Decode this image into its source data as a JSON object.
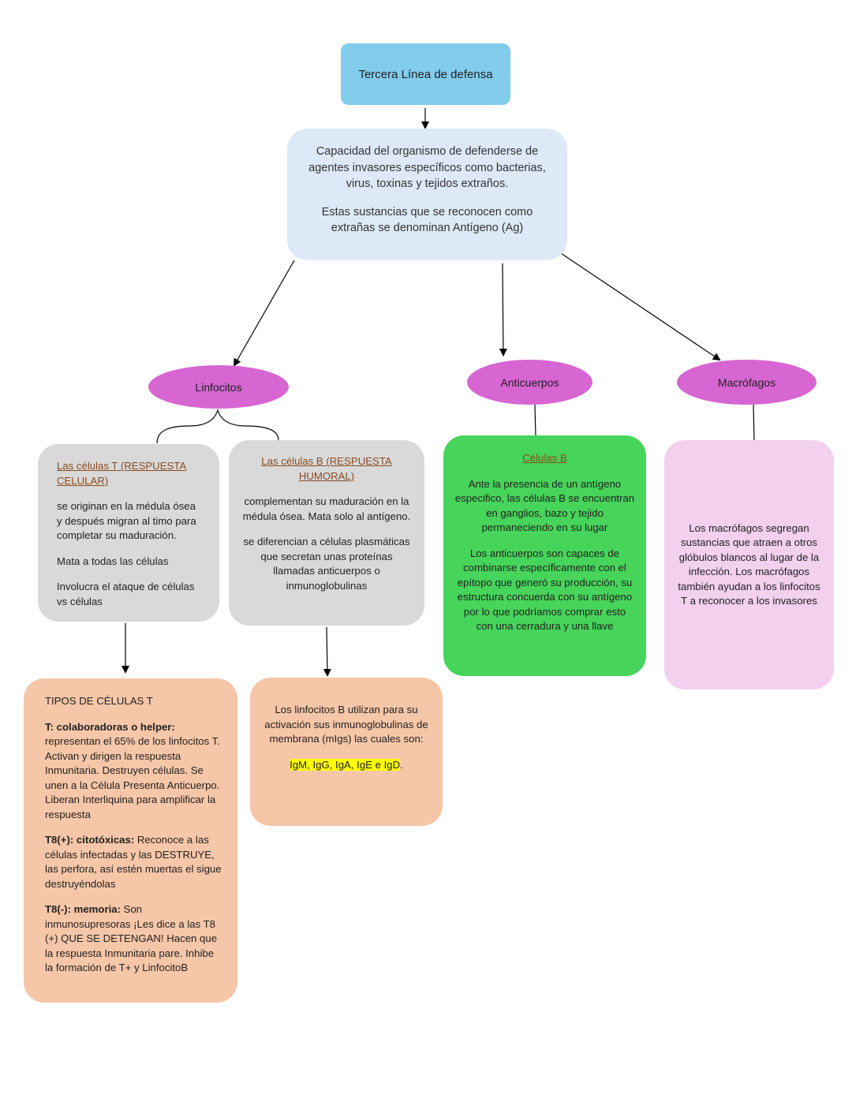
{
  "title": "Tercera Línea de defensa",
  "definition": {
    "p1": "Capacidad del organismo de defenderse de agentes invasores específicos como bacterias, virus, toxinas y tejidos extraños.",
    "p2": "Estas sustancias que se reconocen como extrañas se denominan Antígeno (Ag)"
  },
  "nodes": {
    "linfocitos": "Linfocitos",
    "anticuerpos": "Anticuerpos",
    "macrofagos": "Macrófagos"
  },
  "cells_t": {
    "heading": "Las células T (RESPUESTA CELULAR)",
    "p1": "se originan en la médula ósea y después migran al timo para completar su maduración.",
    "p2": "Mata a todas las células",
    "p3": "Involucra el ataque de células vs células"
  },
  "cells_b": {
    "heading": "Las células B (RESPUESTA HUMORAL)",
    "p1": "complementan su maduración en la médula ósea. Mata solo al antígeno.",
    "p2": "se diferencian a células plasmáticas que secretan unas proteínas llamadas anticuerpos o inmunoglobulinas"
  },
  "celulas_b": {
    "heading": "Células B",
    "p1": "Ante la presencia de un antígeno especifico, las células B se encuentran en ganglios, bazo y tejido permaneciendo en su lugar",
    "p2": "Los anticuerpos son capaces de combinarse específicamente con el epítopo que generó su producción, su estructura concuerda con su antígeno por lo que podríamos comprar esto con una cerradura y una llave"
  },
  "macrofagos_box": {
    "text": "Los macrófagos segregan sustancias que atraen a otros glóbulos blancos al lugar de la infección. Los macrófagos también ayudan a los linfocitos T a reconocer a los invasores"
  },
  "tipos_t": {
    "heading": "TIPOS DE CÉLULAS T",
    "helper_label": "T: colaboradoras o helper:",
    "helper_text": " representan el 65% de los linfocitos T. Activan y dirigen la respuesta Inmunitaria. Destruyen células. Se unen a la Célula Presenta Anticuerpo. Liberan Interliquina para amplificar la respuesta",
    "cyto_label": "T8(+): citotóxicas:",
    "cyto_text": " Reconoce a las células infectadas y las DESTRUYE, las perfora, así estén muertas el sigue destruyéndolas",
    "mem_label": "T8(-): memoria:",
    "mem_text": " Son inmunosupresoras ¡Les dice a las T8 (+) QUE SE DETENGAN! Hacen que la respuesta Inmunitaria pare. Inhibe la formación de T+ y LinfocitoB"
  },
  "linfocitos_b": {
    "p1": "Los linfocitos B utilizan para su activación sus inmunoglobulinas de membrana (mIgs) las cuales son:",
    "highlight": "IgM, IgG, IgA, IgE e IgD",
    "suffix": "."
  },
  "colors": {
    "title_box": "#82ccec",
    "definition_box": "#dde9f6",
    "ellipse": "#d766d2",
    "gray_box": "#d9d9d9",
    "green_box": "#46d45a",
    "pink_box": "#f2d0ee",
    "peach_box": "#f6c6a8",
    "highlight": "#ffff00"
  }
}
